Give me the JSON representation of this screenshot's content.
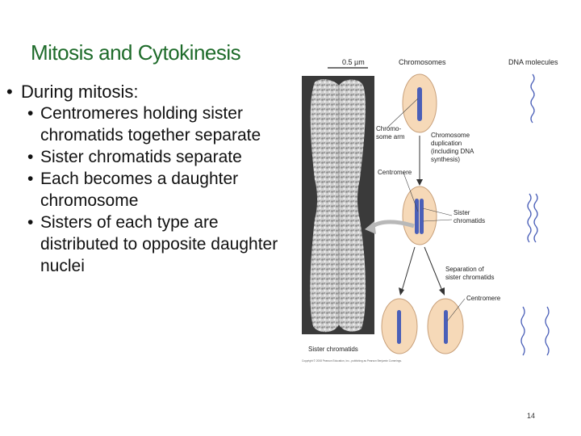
{
  "slide": {
    "title": "Mitosis and Cytokinesis",
    "bullet_main": "During mitosis:",
    "sub_bullets": [
      "Centromeres holding sister chromatids together separate",
      "Sister chromatids separate",
      "Each becomes a daughter chromosome",
      "Sisters of each type are distributed to opposite daughter nuclei"
    ],
    "page_number": "14"
  },
  "figure": {
    "scale_label": "0.5 µm",
    "col_chromosomes": "Chromosomes",
    "col_dna": "DNA molecules",
    "label_chromosome_arm": "Chromo-\nsome arm",
    "label_duplication": "Chromosome\nduplication\n(including DNA\nsynthesis)",
    "label_centromere_top": "Centromere",
    "label_sister_chromatids": "Sister\nchromatids",
    "label_separation": "Separation of\nsister chromatids",
    "label_centromere_bottom": "Centromere",
    "label_micrograph": "Sister chromatids",
    "copyright": "Copyright © 2008 Pearson Education, Inc., publishing as Pearson Benjamin Cummings."
  }
}
